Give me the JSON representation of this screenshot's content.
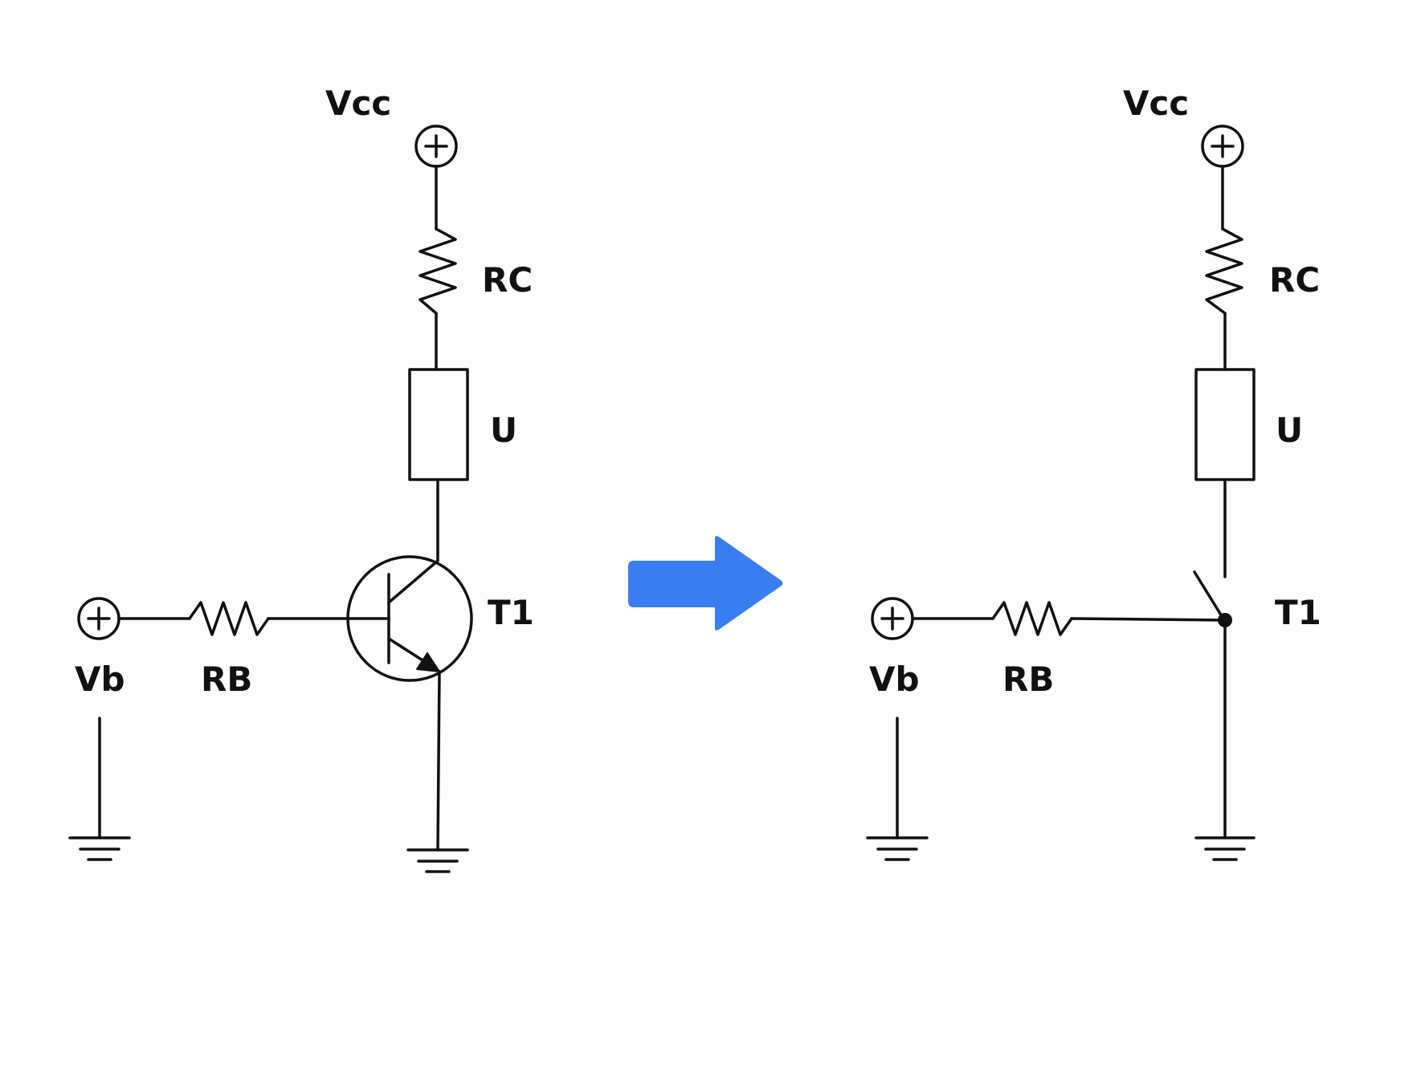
{
  "colors": {
    "background": "#fdfdfd",
    "line": "#111111",
    "arrow": "#3a7df0"
  },
  "left_circuit": {
    "vcc_label": "Vcc",
    "rc_label": "RC",
    "u_label": "U",
    "t1_label": "T1",
    "vb_label": "Vb",
    "rb_label": "RB",
    "t1_symbol": "npn-transistor",
    "source_icon": "plus-terminal-icon",
    "ground_icon": "ground-icon"
  },
  "arrow": {
    "icon": "arrow-right-icon"
  },
  "right_circuit": {
    "vcc_label": "Vcc",
    "rc_label": "RC",
    "u_label": "U",
    "t1_label": "T1",
    "vb_label": "Vb",
    "rb_label": "RB",
    "t1_symbol": "switch",
    "source_icon": "plus-terminal-icon",
    "ground_icon": "ground-icon"
  }
}
